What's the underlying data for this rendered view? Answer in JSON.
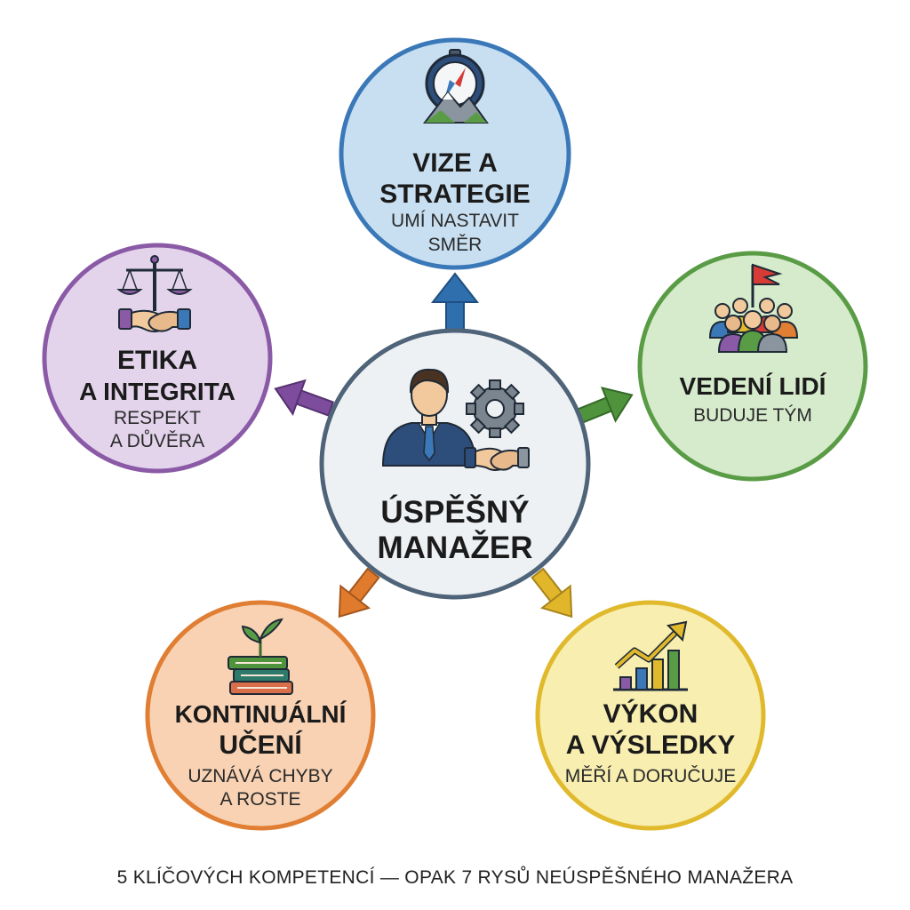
{
  "center": {
    "title_lines": [
      "ÚSPĚŠNÝ",
      "MANAŽER"
    ],
    "icon": "manager-handshake-gear-icon",
    "color": "#4f6479",
    "fill": "#eef1f4"
  },
  "nodes": [
    {
      "id": "vize",
      "title_lines": [
        "VIZE A",
        "STRATEGIE"
      ],
      "sub_lines": [
        "UMÍ NASTAVIT",
        "SMĚR"
      ],
      "icon": "compass-mountain-icon",
      "color": "#3b78b8",
      "fill": "#c8dff1",
      "arrow": "#2f6fad"
    },
    {
      "id": "vedeni",
      "title_lines": [
        "VEDENÍ LIDÍ"
      ],
      "sub_lines": [
        "BUDUJE TÝM"
      ],
      "icon": "team-flag-icon",
      "color": "#5a9c45",
      "fill": "#d6ebcc",
      "arrow": "#4f943c"
    },
    {
      "id": "vykon",
      "title_lines": [
        "VÝKON",
        "A VÝSLEDKY"
      ],
      "sub_lines": [
        "MĚŘÍ A DORUČUJE"
      ],
      "icon": "bar-chart-growth-icon",
      "color": "#e0b92c",
      "fill": "#f8eeb0",
      "arrow": "#e2b62a"
    },
    {
      "id": "uceni",
      "title_lines": [
        "KONTINUÁLNÍ",
        "UČENÍ"
      ],
      "sub_lines": [
        "UZNÁVÁ CHYBY",
        "A ROSTE"
      ],
      "icon": "books-sprout-icon",
      "color": "#e07e33",
      "fill": "#f8d2b3",
      "arrow": "#e07b2e"
    },
    {
      "id": "etika",
      "title_lines": [
        "ETIKA",
        "A INTEGRITA"
      ],
      "sub_lines": [
        "RESPEKT",
        "A DŮVĚRA"
      ],
      "icon": "scales-handshake-icon",
      "color": "#8a5aa6",
      "fill": "#e3d4ec",
      "arrow": "#7d4c9c"
    }
  ],
  "footer": "5 KLÍČOVÝCH KOMPETENCÍ — OPAK 7 RYSŮ NEÚSPĚŠNÉHO MANAŽERA"
}
